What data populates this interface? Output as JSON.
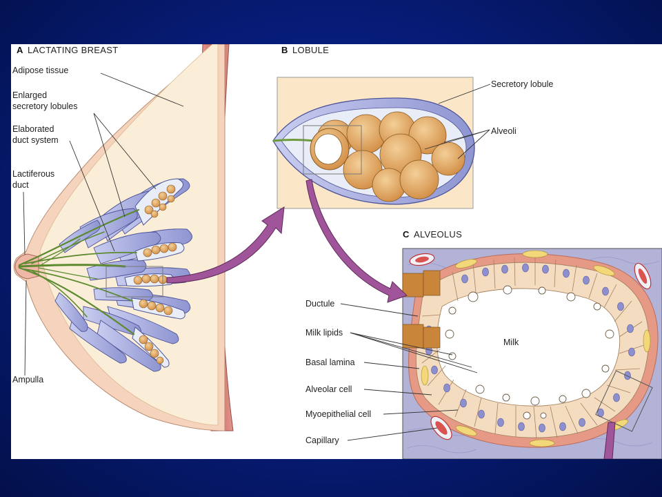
{
  "panels": {
    "a": {
      "letter": "A",
      "title": "LACTATING BREAST"
    },
    "b": {
      "letter": "B",
      "title": "LOBULE"
    },
    "c": {
      "letter": "C",
      "title": "ALVEOLUS"
    }
  },
  "labels": {
    "adipose": "Adipose tissue",
    "enlarged_1": "Enlarged",
    "enlarged_2": "secretory lobules",
    "elaborated_1": "Elaborated",
    "elaborated_2": "duct system",
    "lactiferous_1": "Lactiferous",
    "lactiferous_2": "duct",
    "ampulla": "Ampulla",
    "secretory_lobule": "Secretory lobule",
    "alveoli": "Alveoli",
    "ductule": "Ductule",
    "milk_lipids": "Milk lipids",
    "basal_lamina": "Basal lamina",
    "alveolar_cell": "Alveolar cell",
    "myoepithelial_cell": "Myoepithelial cell",
    "capillary": "Capillary",
    "milk": "Milk"
  },
  "colors": {
    "slide_bg": "#061b74",
    "lobule_fill": "#9da3d9",
    "alveolus_fill": "#d9a05a",
    "tissue_fill": "#fbe7c8",
    "duct_fill": "#6f9a3c",
    "muscle_fill": "#c86e63",
    "arrow_fill": "#a0559a",
    "interstitium": "#b3b3d8",
    "epithelium": "#f4dcc0",
    "basal": "#e69a86"
  }
}
